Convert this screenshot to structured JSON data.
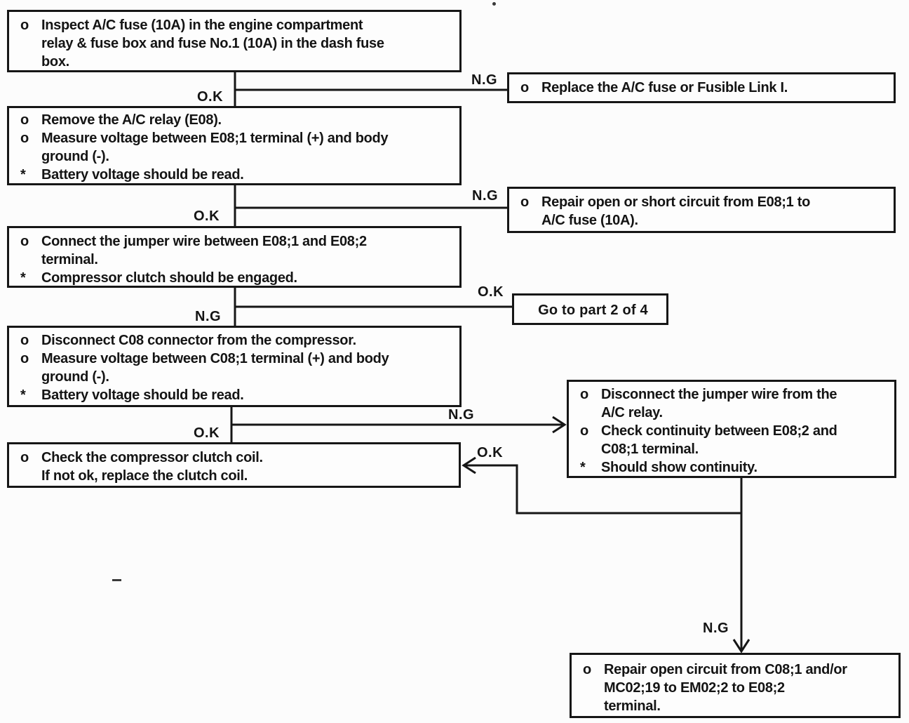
{
  "labels": {
    "ok": "O.K",
    "ng": "N.G"
  },
  "colors": {
    "ink": "#141414",
    "paper": "#fcfcfc"
  },
  "boxes": {
    "inspect_fuse": {
      "lines": [
        {
          "marker": "o",
          "text": "Inspect A/C fuse (10A) in the engine compartment"
        },
        {
          "marker": "",
          "text": "relay & fuse box and fuse No.1 (10A) in the dash fuse"
        },
        {
          "marker": "",
          "text": "box."
        }
      ]
    },
    "replace_fuse": {
      "lines": [
        {
          "marker": "o",
          "text": "Replace the A/C fuse or Fusible Link I."
        }
      ]
    },
    "remove_relay": {
      "lines": [
        {
          "marker": "o",
          "text": "Remove the A/C relay (E08)."
        },
        {
          "marker": "o",
          "text": "Measure voltage between E08;1 terminal (+) and body"
        },
        {
          "marker": "",
          "text": "ground (-)."
        },
        {
          "marker": "*",
          "text": "Battery voltage should be read."
        }
      ]
    },
    "repair_short": {
      "lines": [
        {
          "marker": "o",
          "text": "Repair open or short circuit from E08;1  to"
        },
        {
          "marker": "",
          "text": "A/C fuse (10A)."
        }
      ]
    },
    "connect_jumper": {
      "lines": [
        {
          "marker": "o",
          "text": "Connect the jumper wire between E08;1 and E08;2"
        },
        {
          "marker": "",
          "text": "terminal."
        },
        {
          "marker": "*",
          "text": "Compressor clutch should be engaged."
        }
      ]
    },
    "goto_part2": {
      "text": "Go to part 2 of 4"
    },
    "disconnect_c08": {
      "lines": [
        {
          "marker": "o",
          "text": "Disconnect C08 connector from the compressor."
        },
        {
          "marker": "o",
          "text": "Measure voltage between C08;1 terminal (+) and body"
        },
        {
          "marker": "",
          "text": "ground (-)."
        },
        {
          "marker": "*",
          "text": "Battery voltage should be read."
        }
      ]
    },
    "check_continuity": {
      "lines": [
        {
          "marker": "o",
          "text": "Disconnect the jumper wire from the"
        },
        {
          "marker": "",
          "text": "A/C relay."
        },
        {
          "marker": "o",
          "text": "Check continuity between E08;2 and"
        },
        {
          "marker": "",
          "text": "C08;1 terminal."
        },
        {
          "marker": "*",
          "text": "Should show continuity."
        }
      ]
    },
    "check_clutch_coil": {
      "lines": [
        {
          "marker": "o",
          "text": "Check the compressor clutch coil."
        },
        {
          "marker": "",
          "text": "If not ok, replace the clutch coil."
        }
      ]
    },
    "repair_open": {
      "lines": [
        {
          "marker": "o",
          "text": "Repair open circuit from C08;1 and/or"
        },
        {
          "marker": "",
          "text": "MC02;19 to EM02;2 to E08;2"
        },
        {
          "marker": "",
          "text": "terminal."
        }
      ]
    }
  }
}
